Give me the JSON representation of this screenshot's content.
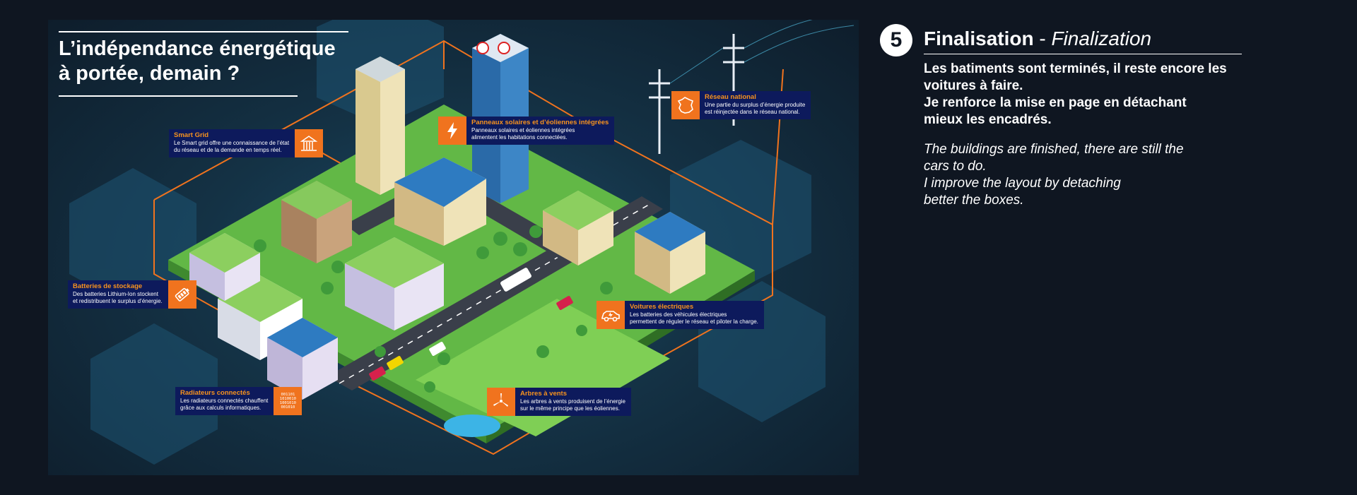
{
  "illustration": {
    "headline": [
      "L’indépendance énergétique",
      "à portée, demain ?"
    ],
    "callouts": {
      "smart_grid": {
        "title": "Smart Grid",
        "lines": [
          "Le Smart grid offre une connaissance de l’état",
          "du réseau et de la demande en temps réel."
        ],
        "icon": "smart-grid-building-icon"
      },
      "panneaux": {
        "title": "Panneaux solaires et d’éoliennes intégrées",
        "lines": [
          "Panneaux solaires et éoliennes intégrées",
          "alimentent les habitations connectées."
        ],
        "icon": "lightning-icon"
      },
      "reseau": {
        "title": "Réseau national",
        "lines": [
          "Une partie du surplus d’énergie produite",
          "est réinjectée dans le réseau national."
        ],
        "icon": "france-map-icon"
      },
      "batteries": {
        "title": "Batteries de stockage",
        "lines": [
          "Des batteries Lithium-Ion stockent",
          "et redistribuent le surplus d’énergie."
        ],
        "icon": "battery-icon"
      },
      "voitures": {
        "title": "Voitures électriques",
        "lines": [
          "Les batteries des véhicules électriques",
          "permettent de réguler le réseau et piloter la charge."
        ],
        "icon": "electric-car-icon"
      },
      "radiateurs": {
        "title": "Radiateurs connectés",
        "lines": [
          "Les radiateurs connectés chauffent",
          "grâce aux calculs informatiques."
        ],
        "icon": "binary-code-icon",
        "icon_text": [
          "001101",
          "1010010",
          "1001010",
          "001010"
        ]
      },
      "arbres": {
        "title": "Arbres à vents",
        "lines": [
          "Les arbres à vents produisent de l’énergie",
          "sur le même principe que les éoliennes."
        ],
        "icon": "wind-turbine-icon"
      }
    }
  },
  "panel": {
    "step_number": "5",
    "title_fr": "Finalisation",
    "title_sep": " - ",
    "title_en": "Finalization",
    "fr_lines": [
      "Les batiments sont terminés, il reste encore les",
      "voitures à faire.",
      "Je renforce la mise en page en détachant",
      "mieux les encadrés."
    ],
    "en_lines": [
      "The buildings are finished, there are still the",
      "cars to do.",
      "I improve the layout by detaching",
      "better the boxes."
    ]
  },
  "colors": {
    "background": "#0f1621",
    "accent_orange": "#f0731e",
    "callout_title": "#f7931e",
    "callout_bg": "#0d1a5c",
    "grass": "#6dc24b",
    "road": "#3a3f4a"
  }
}
